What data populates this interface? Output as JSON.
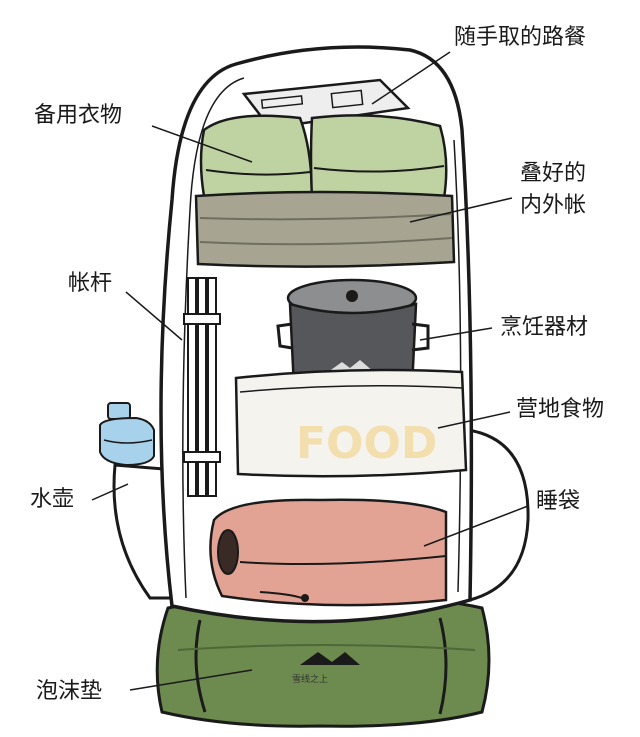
{
  "labels": {
    "trail_snacks": "随手取的路餐",
    "spare_clothes": "备用衣物",
    "tent_line1": "叠好的",
    "tent_line2": "内外帐",
    "tent_poles": "帐杆",
    "cookware": "烹饪器材",
    "camp_food": "营地食物",
    "water_bottle": "水壶",
    "sleeping_bag": "睡袋",
    "foam_pad": "泡沫垫"
  },
  "food_box_text": "FOOD",
  "brand_mark": "雪线之上",
  "colors": {
    "outline": "#1a1a1a",
    "clothes": "#bfd3a2",
    "tent": "#a7a592",
    "pot": "#55575a",
    "food_box": "#f4f3ee",
    "food_text": "#f3dfae",
    "sleeping_bag": "#e3a394",
    "foam_pad": "#6d8a4f",
    "water_bottle": "#a8d2ec",
    "snacks": "#eeeeee"
  }
}
